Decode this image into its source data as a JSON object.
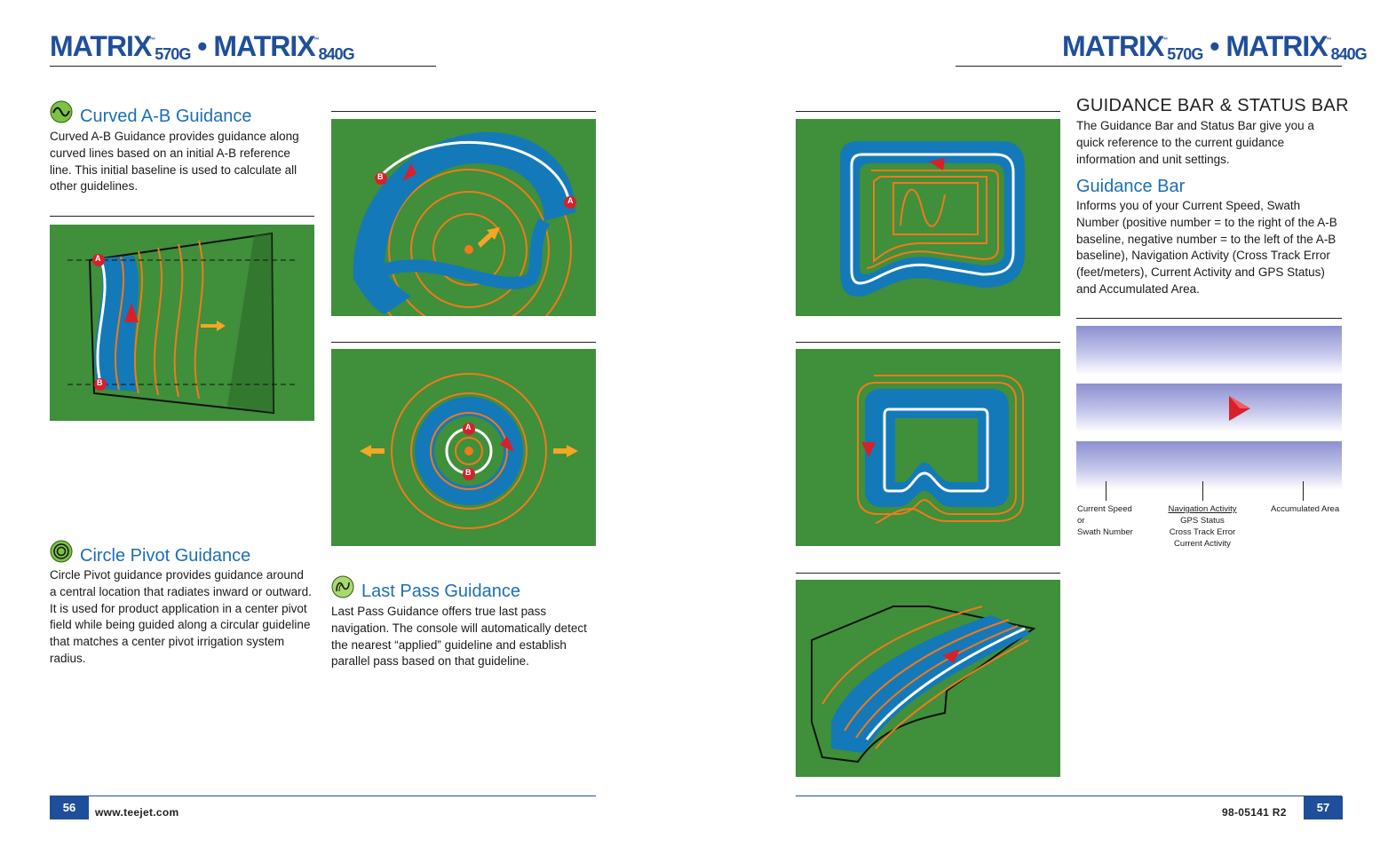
{
  "header": {
    "brand_left": {
      "name1": "MATRIX",
      "model1": "570G",
      "sep": " • ",
      "name2": "MATRIX",
      "model2": "840G",
      "tm": "™"
    },
    "brand_right": {
      "name1": "MATRIX",
      "model1": "570G",
      "sep": " • ",
      "name2": "MATRIX",
      "model2": "840G",
      "tm": "™"
    }
  },
  "curved_ab": {
    "title": "Curved A-B Guidance",
    "text": "Curved A-B Guidance provides guidance along curved lines based on an initial A-B reference line. This initial baseline is used to calculate all other guidelines."
  },
  "circle_pivot": {
    "title": "Circle Pivot Guidance",
    "text": "Circle Pivot guidance provides guidance around a central location that radiates inward or outward. It is used for product application in a center pivot field while being guided along a circular guideline that matches a center pivot irrigation system radius."
  },
  "last_pass": {
    "title": "Last Pass Guidance",
    "text": "Last Pass Guidance offers true last pass navigation. The console will automatically detect the nearest “applied” guideline and establish parallel pass based on that guideline."
  },
  "guidance_status": {
    "title": "GUIDANCE BAR & STATUS BAR",
    "text": "The Guidance Bar and Status Bar give you a quick reference to the current guidance information and unit settings."
  },
  "guidance_bar": {
    "title": "Guidance Bar",
    "text": "Informs you of your Current Speed, Swath Number (positive number = to the right of the A-B baseline, negative number = to the left of the A-B baseline), Navigation Activity (Cross Track Error (feet/meters), Current Activity and GPS Status) and Accumulated Area."
  },
  "bar_labels": {
    "speed_line1": "Current Speed",
    "speed_line2": "or",
    "speed_line3": "Swath Number",
    "nav_line1": "Navigation Activity",
    "nav_line2": "GPS Status",
    "nav_line3": "Cross Track Error",
    "nav_line4": "Current Activity",
    "area": "Accumulated Area"
  },
  "markers": {
    "a": "A",
    "b": "B"
  },
  "footer": {
    "page_left": "56",
    "url": "www.teejet.com",
    "doc_no": "98-05141 R2",
    "page_right": "57"
  },
  "colors": {
    "brand_blue": "#1f4f9a",
    "heading_blue": "#1b6fb5",
    "field_green": "#3f8f3b",
    "swath_blue": "#1479b8",
    "guide_orange": "#f07a1a",
    "arrow_red": "#d8202a"
  }
}
